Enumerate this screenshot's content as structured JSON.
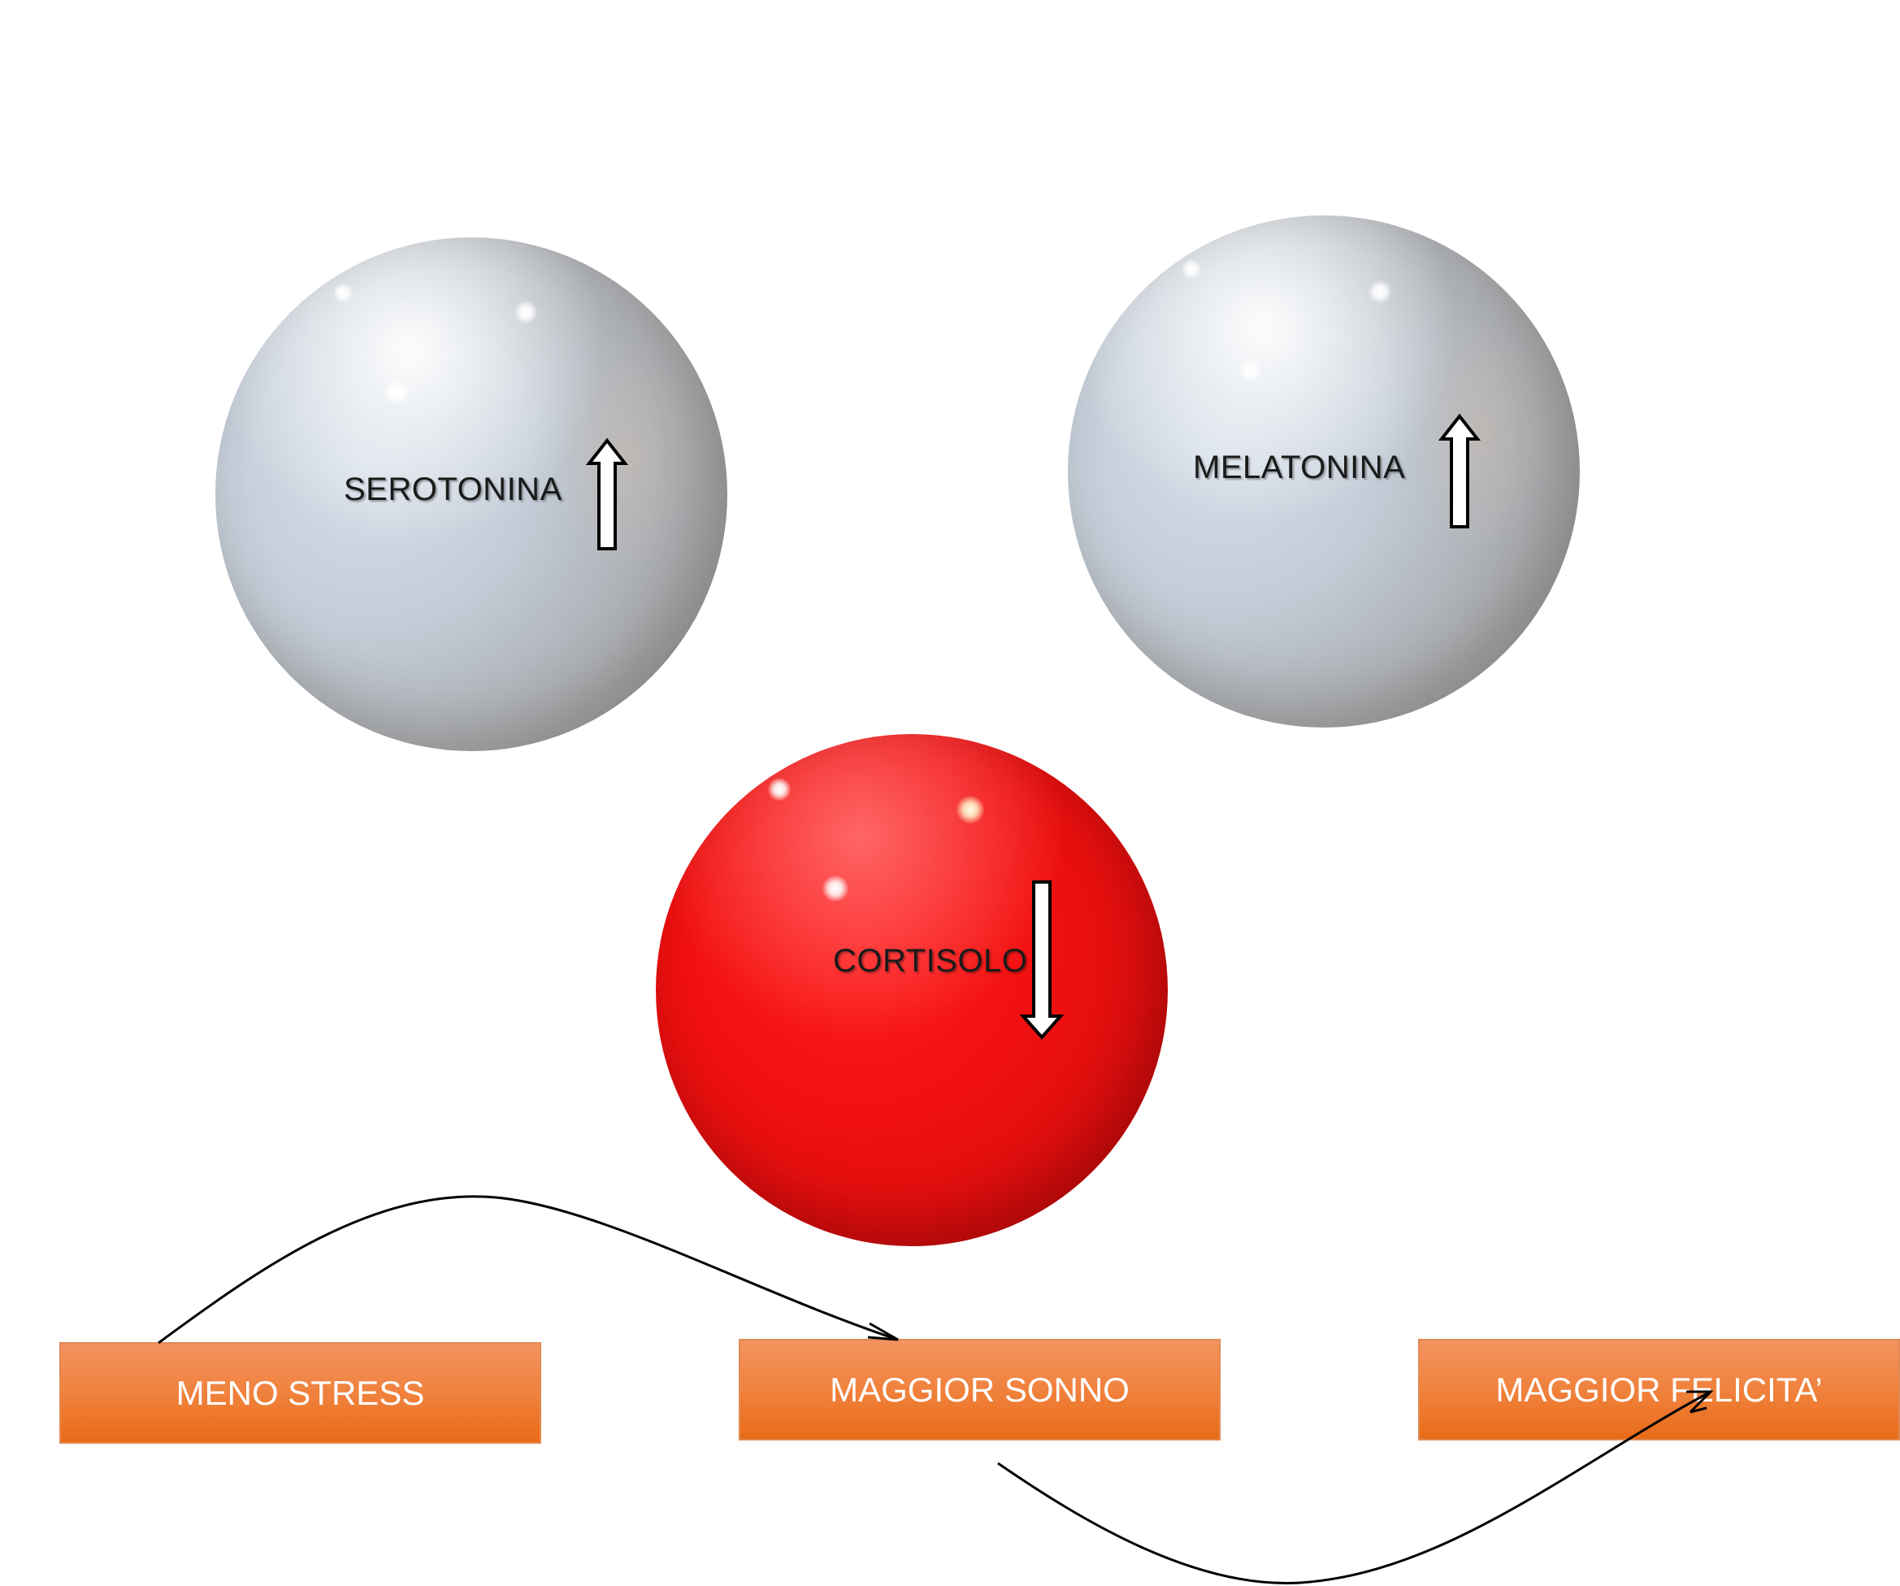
{
  "spheres": {
    "serotonina": {
      "label": "SEROTONINA",
      "direction": "up"
    },
    "melatonina": {
      "label": "MELATONINA",
      "direction": "up"
    },
    "cortisolo": {
      "label": "CORTISOLO",
      "direction": "down"
    }
  },
  "boxes": [
    {
      "label": "MENO STRESS"
    },
    {
      "label": "MAGGIOR SONNO"
    },
    {
      "label": "MAGGIOR FELICITA’"
    }
  ],
  "colors": {
    "white_sphere": "#c3ccd7",
    "red_sphere": "#f21010",
    "box_fill": "#f0823d",
    "box_text": "#ffffff",
    "connector": "#000000"
  }
}
